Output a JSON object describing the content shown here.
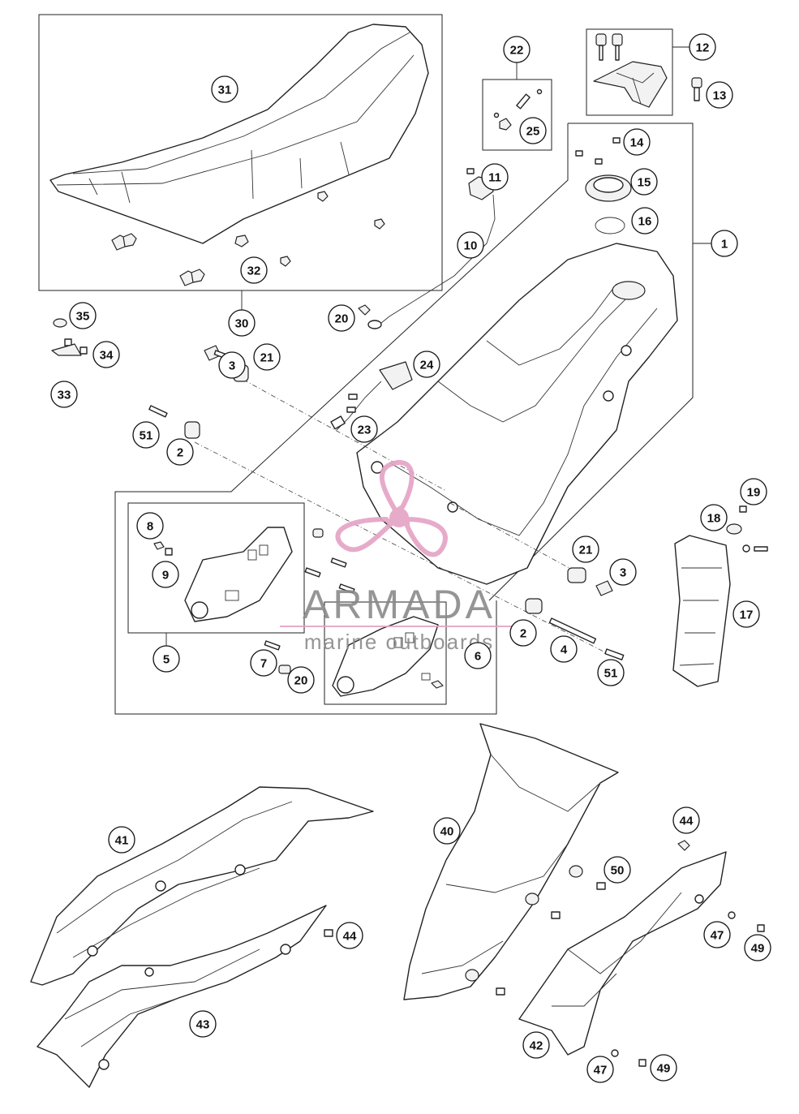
{
  "watermark": {
    "brand": "ARMADA",
    "subtitle": "marine outboards",
    "logo_color": "#e5a3c5",
    "text_color": "#8a8a8a"
  },
  "callouts": [
    {
      "id": "c1",
      "label": "1"
    },
    {
      "id": "c2a",
      "label": "2"
    },
    {
      "id": "c2b",
      "label": "2"
    },
    {
      "id": "c3a",
      "label": "3"
    },
    {
      "id": "c3b",
      "label": "3"
    },
    {
      "id": "c4",
      "label": "4"
    },
    {
      "id": "c5",
      "label": "5"
    },
    {
      "id": "c6",
      "label": "6"
    },
    {
      "id": "c7",
      "label": "7"
    },
    {
      "id": "c8",
      "label": "8"
    },
    {
      "id": "c9",
      "label": "9"
    },
    {
      "id": "c10",
      "label": "10"
    },
    {
      "id": "c11",
      "label": "11"
    },
    {
      "id": "c12",
      "label": "12"
    },
    {
      "id": "c13",
      "label": "13"
    },
    {
      "id": "c14",
      "label": "14"
    },
    {
      "id": "c15",
      "label": "15"
    },
    {
      "id": "c16",
      "label": "16"
    },
    {
      "id": "c17",
      "label": "17"
    },
    {
      "id": "c18",
      "label": "18"
    },
    {
      "id": "c19",
      "label": "19"
    },
    {
      "id": "c20a",
      "label": "20"
    },
    {
      "id": "c20b",
      "label": "20"
    },
    {
      "id": "c21a",
      "label": "21"
    },
    {
      "id": "c21b",
      "label": "21"
    },
    {
      "id": "c22",
      "label": "22"
    },
    {
      "id": "c23",
      "label": "23"
    },
    {
      "id": "c24",
      "label": "24"
    },
    {
      "id": "c25",
      "label": "25"
    },
    {
      "id": "c30",
      "label": "30"
    },
    {
      "id": "c31",
      "label": "31"
    },
    {
      "id": "c32",
      "label": "32"
    },
    {
      "id": "c33",
      "label": "33"
    },
    {
      "id": "c34",
      "label": "34"
    },
    {
      "id": "c35",
      "label": "35"
    },
    {
      "id": "c40",
      "label": "40"
    },
    {
      "id": "c41",
      "label": "41"
    },
    {
      "id": "c42",
      "label": "42"
    },
    {
      "id": "c43",
      "label": "43"
    },
    {
      "id": "c44a",
      "label": "44"
    },
    {
      "id": "c44b",
      "label": "44"
    },
    {
      "id": "c47a",
      "label": "47"
    },
    {
      "id": "c47b",
      "label": "47"
    },
    {
      "id": "c49a",
      "label": "49"
    },
    {
      "id": "c49b",
      "label": "49"
    },
    {
      "id": "c50",
      "label": "50"
    },
    {
      "id": "c51a",
      "label": "51"
    },
    {
      "id": "c51b",
      "label": "51"
    }
  ]
}
